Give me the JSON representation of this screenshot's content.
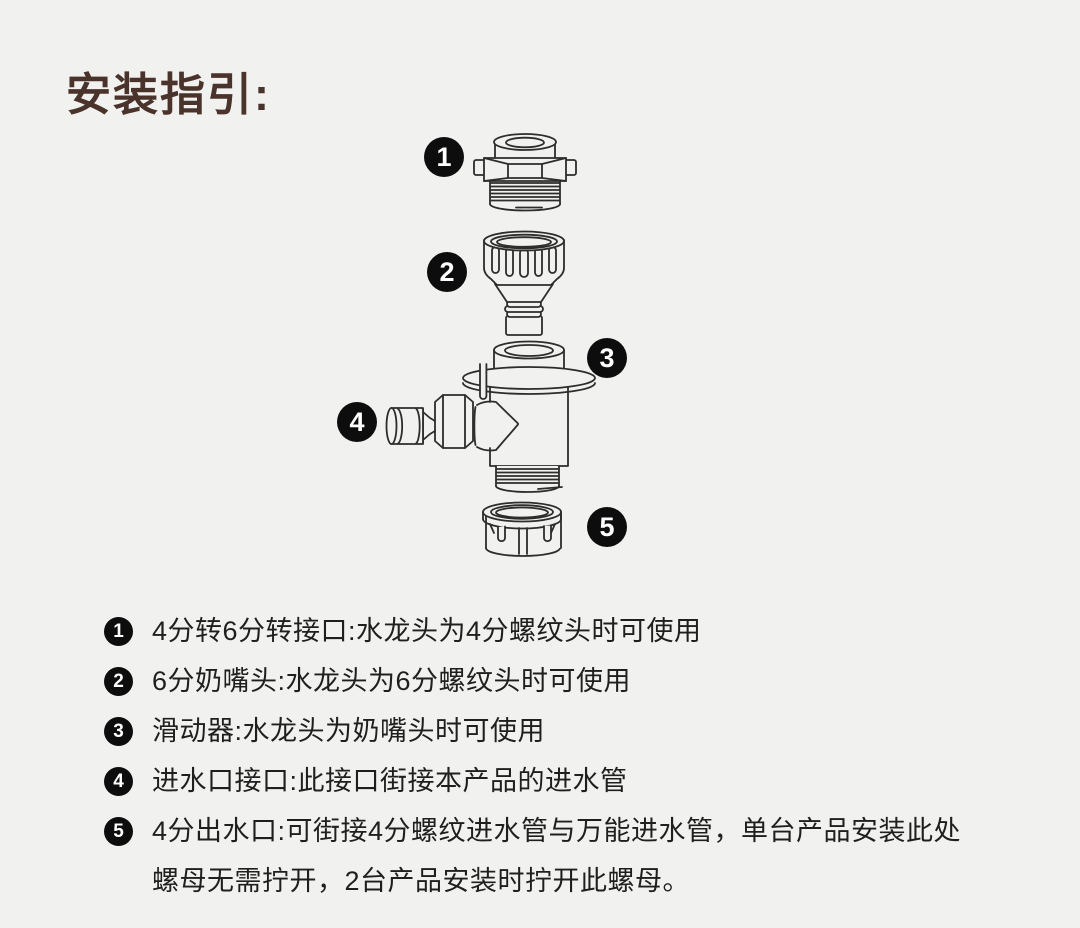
{
  "page": {
    "title": "安装指引:",
    "background_color": "#f1f1ef",
    "title_color": "#4a332b",
    "text_color": "#1f1f1f",
    "badge_bg_color": "#0d0d0d",
    "badge_text_color": "#ffffff",
    "line_art_color": "#2d2d2d"
  },
  "diagram": {
    "badges": [
      "1",
      "2",
      "3",
      "4",
      "5"
    ]
  },
  "legend": {
    "items": [
      {
        "num": "1",
        "text": "4分转6分转接口:水龙头为4分螺纹头时可使用"
      },
      {
        "num": "2",
        "text": "6分奶嘴头:水龙头为6分螺纹头时可使用"
      },
      {
        "num": "3",
        "text": "滑动器:水龙头为奶嘴头时可使用"
      },
      {
        "num": "4",
        "text": "进水口接口:此接口街接本产品的进水管"
      },
      {
        "num": "5",
        "text": "4分出水口:可街接4分螺纹进水管与万能进水管，单台产品安装此处",
        "text2": "螺母无需拧开，2台产品安装时拧开此螺母。"
      }
    ]
  }
}
